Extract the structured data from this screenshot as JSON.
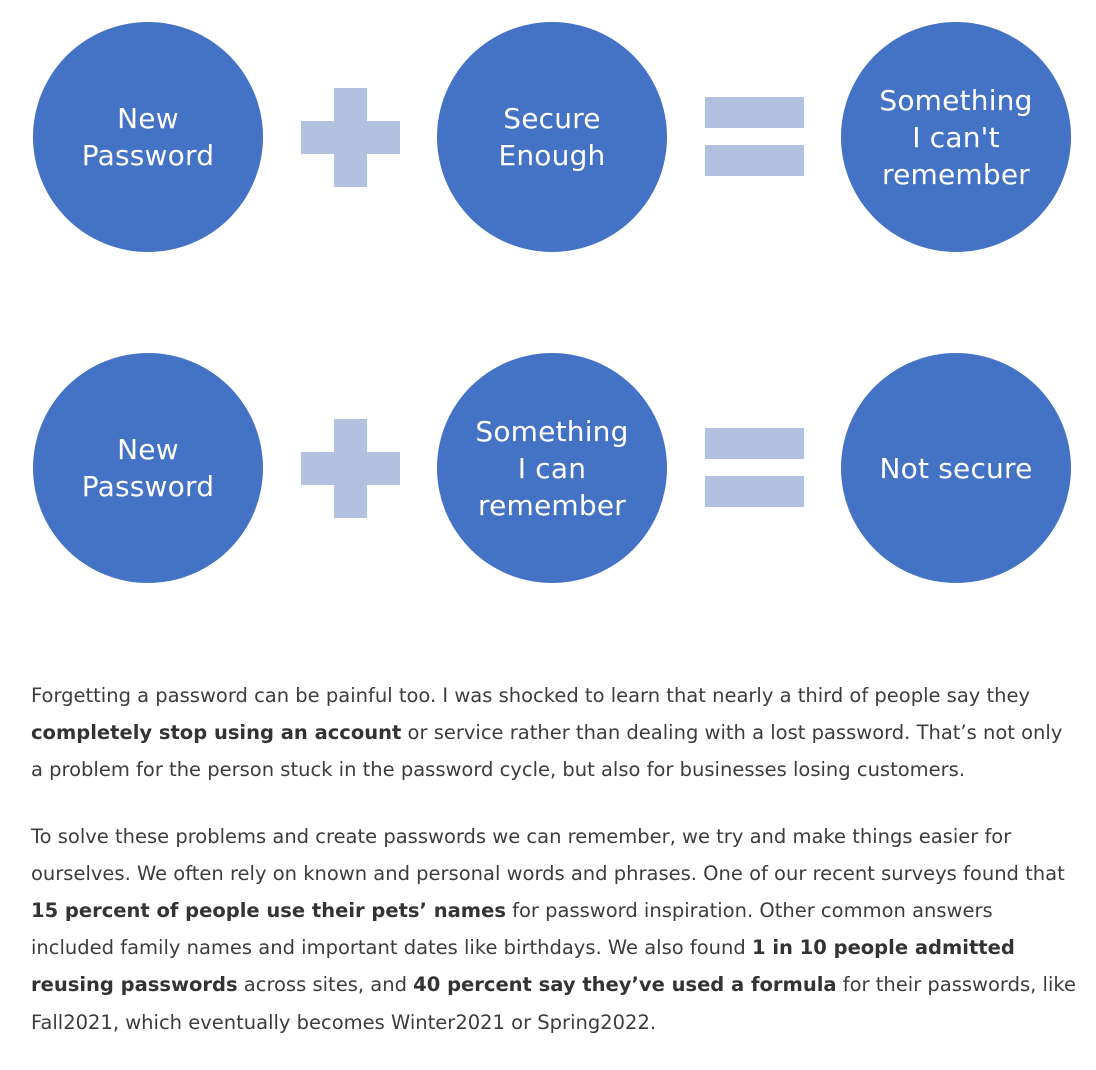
{
  "diagram": {
    "row1": {
      "left": "New\nPassword",
      "middle": "Secure\nEnough",
      "right": "Something\nI can't\nremember"
    },
    "row2": {
      "left": "New\nPassword",
      "middle": "Something\nI can\nremember",
      "right": "Not secure"
    },
    "colors": {
      "circle": "#4472c4",
      "operator": "#b4c0e0",
      "circle_text": "#ffffff"
    },
    "icons": [
      "plus-icon",
      "equals-icon"
    ]
  },
  "article": {
    "p1": {
      "t1": "Forgetting a password can be painful too. I was shocked to learn that nearly a third of people say they ",
      "b1": "completely stop using an account",
      "t2": " or service rather than dealing with a lost password. That’s not only a problem for the person stuck in the password cycle, but also for businesses losing customers."
    },
    "p2": {
      "t1": "To solve these problems and create passwords we can remember, we try and make things easier for ourselves. We often rely on known and personal words and phrases. One of our recent surveys found that ",
      "b1": "15 percent of people use their pets’ names",
      "t2": " for password inspiration. Other common answers included family names and important dates like birthdays. We also found ",
      "b2": "1 in 10 people admitted reusing passwords",
      "t3": " across sites, and ",
      "b3": "40 percent say they’ve used a formula",
      "t4": " for their passwords, like Fall2021, which eventually becomes Winter2021 or Spring2022."
    }
  }
}
